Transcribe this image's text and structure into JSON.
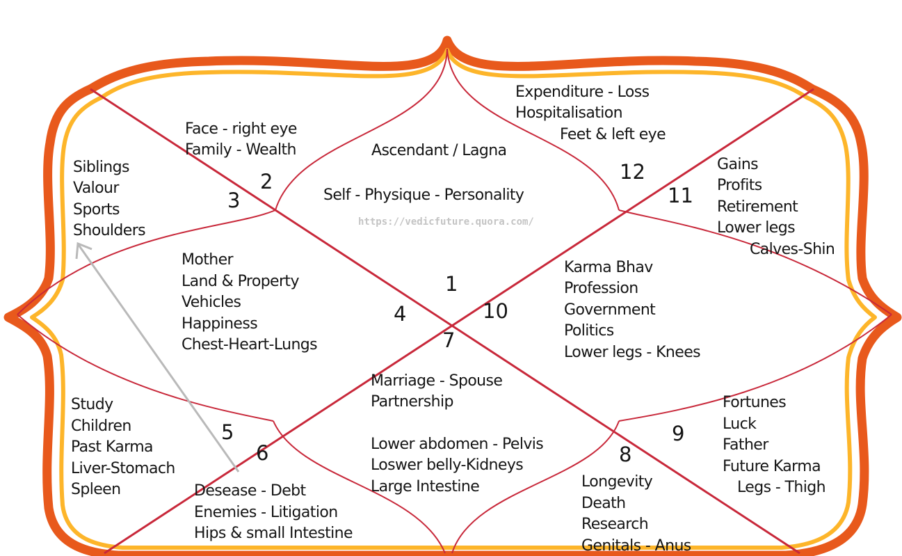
{
  "source_url": "https://vedicfuture.quora.com/",
  "colors": {
    "frame_outer": "#e8591c",
    "frame_inner": "#fdb52a",
    "lines": "#c8283a",
    "text": "#141414",
    "arrow": "#b9b9b9"
  },
  "houses": {
    "h1": {
      "number": "1",
      "lines": [
        "Ascendant / Lagna",
        "Self - Physique - Personality"
      ]
    },
    "h2": {
      "number": "2",
      "lines": [
        "Face - right eye",
        "Family -  Wealth"
      ]
    },
    "h3": {
      "number": "3",
      "lines": [
        "Siblings",
        "Valour",
        "Sports",
        "Shoulders"
      ]
    },
    "h4": {
      "number": "4",
      "lines": [
        "Mother",
        "Land & Property",
        "Vehicles",
        "Happiness",
        "Chest-Heart-Lungs"
      ]
    },
    "h5": {
      "number": "5",
      "lines": [
        "Study",
        "Children",
        "Past Karma",
        "Liver-Stomach",
        "Spleen"
      ]
    },
    "h6": {
      "number": "6",
      "lines": [
        "Desease - Debt",
        "Enemies - Litigation",
        "Hips & small Intestine"
      ]
    },
    "h7": {
      "number": "7",
      "lines": [
        "Marriage - Spouse",
        "Partnership",
        "Lower abdomen - Pelvis",
        "Loswer belly-Kidneys",
        "Large Intestine"
      ]
    },
    "h8": {
      "number": "8",
      "lines": [
        "Longevity",
        "Death",
        "Research",
        "Genitals - Anus"
      ]
    },
    "h9": {
      "number": "9",
      "lines": [
        "Fortunes",
        "Luck",
        "Father",
        "Future Karma",
        "Legs - Thigh"
      ]
    },
    "h10": {
      "number": "10",
      "lines": [
        "Karma Bhav",
        "Profession",
        "Government",
        "Politics",
        "Lower legs - Knees"
      ]
    },
    "h11": {
      "number": "11",
      "lines": [
        "Gains",
        "Profits",
        "Retirement",
        "Lower legs",
        "Calves-Shin"
      ]
    },
    "h12": {
      "number": "12",
      "lines": [
        "Expenditure - Loss",
        "Hospitalisation",
        "Feet & left eye"
      ]
    }
  }
}
